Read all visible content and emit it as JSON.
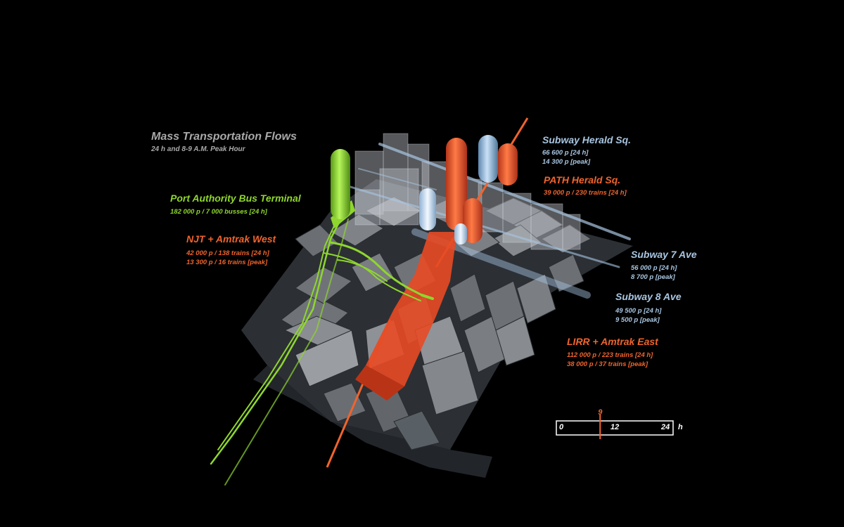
{
  "title": "Mass Transportation Flows",
  "subtitle": "24 h and 8-9 A.M. Peak Hour",
  "colors": {
    "green": "#8fd62e",
    "orange": "#f0642d",
    "blue": "#a9c6e2",
    "background": "#000000",
    "buildings": "#8a8a8a"
  },
  "stations": [
    {
      "id": "port-authority",
      "name": "Port Authority Bus Terminal",
      "lines": [
        "182 000 p / 7 000 busses [24 h]"
      ],
      "color": "green"
    },
    {
      "id": "njt-amtrak-west",
      "name": "NJT + Amtrak West",
      "lines": [
        "42 000 p / 138 trains [24 h]",
        "13 300 p / 16 trains [peak]"
      ],
      "color": "orange"
    },
    {
      "id": "subway-herald",
      "name": "Subway Herald Sq.",
      "lines": [
        "66 600 p [24 h]",
        "14 300 p [peak]"
      ],
      "color": "blue"
    },
    {
      "id": "path-herald",
      "name": "PATH Herald Sq.",
      "lines": [
        "39 000 p / 230 trains [24 h]"
      ],
      "color": "orange"
    },
    {
      "id": "subway-7ave",
      "name": "Subway 7 Ave",
      "lines": [
        "56 000 p [24 h]",
        "8 700 p [peak]"
      ],
      "color": "blue"
    },
    {
      "id": "subway-8ave",
      "name": "Subway 8 Ave",
      "lines": [
        "49 500 p [24 h]",
        "9 500 p [peak]"
      ],
      "color": "blue"
    },
    {
      "id": "lirr-amtrak-east",
      "name": "LIRR + Amtrak East",
      "lines": [
        "112 000 p /  223 trains [24 h]",
        "38 000 p / 37 trains [peak]"
      ],
      "color": "orange"
    }
  ],
  "time_scale": {
    "labels": [
      "0",
      "12",
      "24"
    ],
    "unit": "h",
    "marker": "9",
    "marker_hour": 9,
    "max_hour": 24
  }
}
